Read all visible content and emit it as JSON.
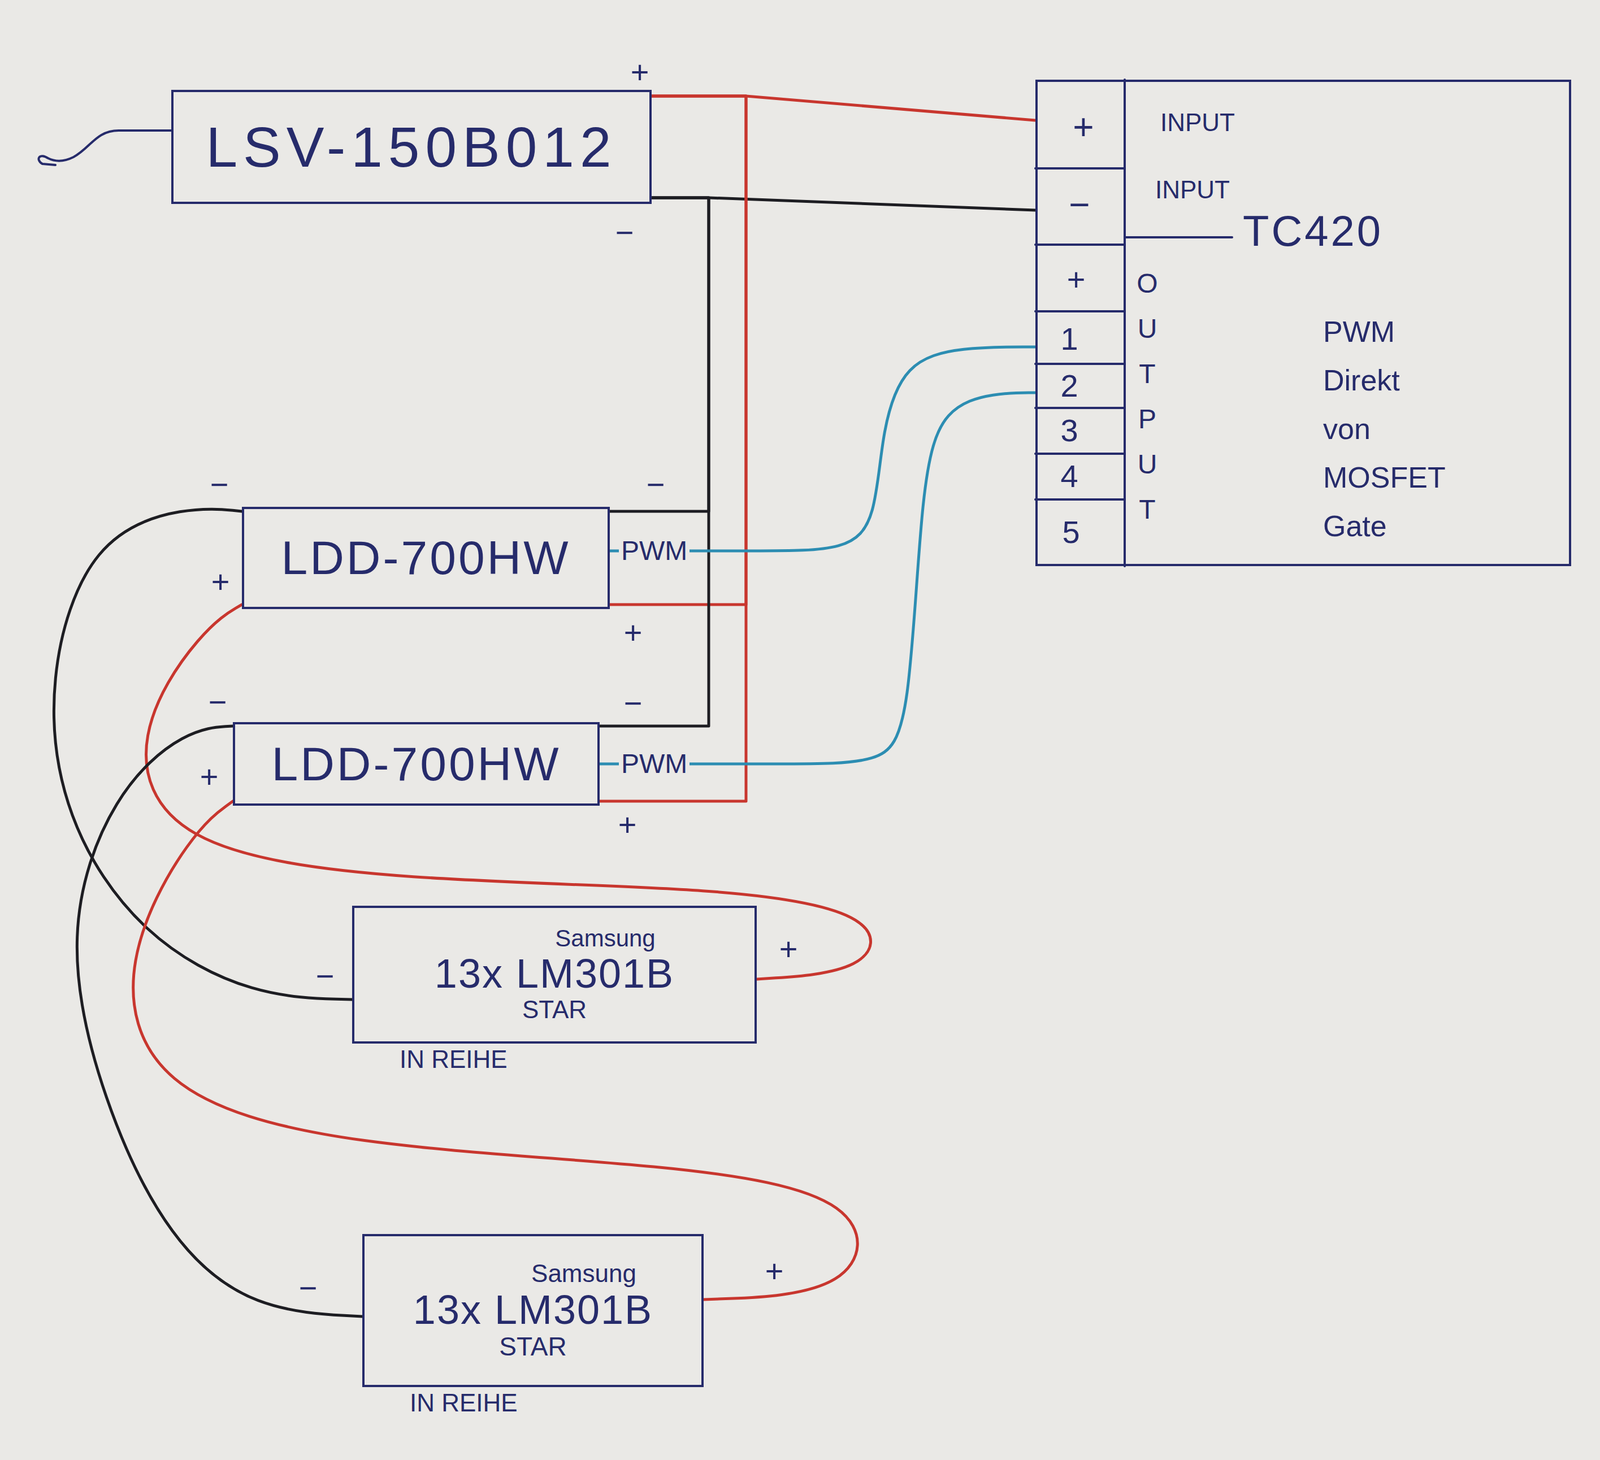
{
  "diagram": {
    "nodes": [
      {
        "text": [
          "LSV-150B012"
        ]
      },
      {
        "text": [
          "TC420"
        ]
      },
      {
        "text": [
          "LDD-700HW"
        ]
      },
      {
        "text": [
          "LDD-700HW"
        ]
      },
      {
        "text": [
          "Samsung",
          "13x LM301B",
          "STAR",
          "IN REIHE"
        ]
      },
      {
        "text": [
          "Samsung",
          "13x LM301B",
          "STAR",
          "IN REIHE"
        ]
      }
    ],
    "edges": [
      {
        "from": 0,
        "to": 1,
        "arrow": "none"
      },
      {
        "from": 0,
        "to": 1,
        "arrow": "none"
      },
      {
        "from": 0,
        "to": 2,
        "arrow": "none"
      },
      {
        "from": 0,
        "to": 3,
        "arrow": "none"
      },
      {
        "from": 0,
        "to": 2,
        "arrow": "none"
      },
      {
        "from": 0,
        "to": 3,
        "arrow": "none"
      },
      {
        "from": 1,
        "to": 2,
        "arrow": "none"
      },
      {
        "from": 1,
        "to": 3,
        "arrow": "none"
      },
      {
        "from": 2,
        "to": 4,
        "arrow": "none"
      },
      {
        "from": 2,
        "to": 4,
        "arrow": "none"
      },
      {
        "from": 3,
        "to": 5,
        "arrow": "none"
      },
      {
        "from": 3,
        "to": 5,
        "arrow": "none"
      }
    ],
    "labels": [
      "+",
      "−",
      "+",
      "INPUT",
      "−",
      "INPUT",
      "+",
      "OUTPUT",
      "1",
      "2",
      "3",
      "4",
      "5",
      "PWM Direkt von MOSFET Gate",
      "−",
      "+",
      "−",
      "PWM",
      "+",
      "−",
      "+",
      "−",
      "PWM",
      "+",
      "−",
      "+",
      "−",
      "+"
    ]
  }
}
